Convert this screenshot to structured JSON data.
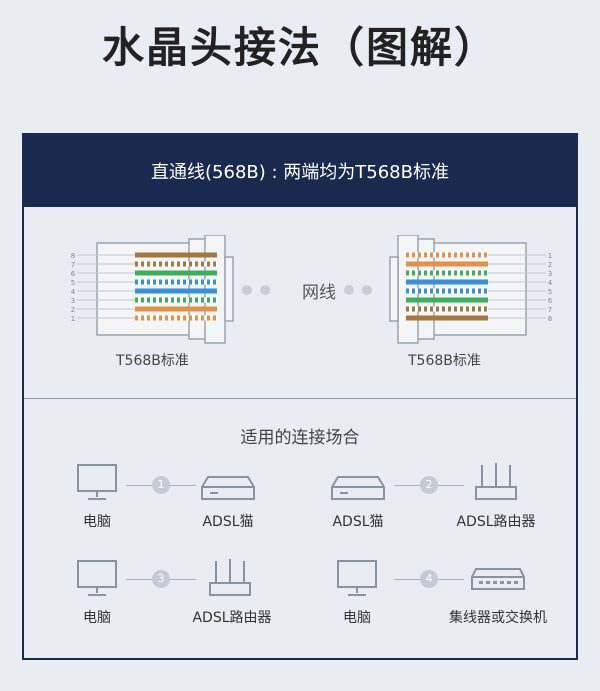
{
  "title": "水晶头接法（图解）",
  "header": {
    "text": "直通线(568B) : 两端均为T568B标准"
  },
  "plugs": {
    "left_label": "T568B标准",
    "right_label": "T568B标准",
    "cable_label": "网线",
    "pin_numbers_left": [
      "8",
      "7",
      "6",
      "5",
      "4",
      "3",
      "2",
      "1"
    ],
    "pin_numbers_right": [
      "1",
      "2",
      "3",
      "4",
      "5",
      "6",
      "7",
      "8"
    ]
  },
  "usage": {
    "title": "适用的连接场合",
    "connections": [
      {
        "num": "1",
        "from": "电脑",
        "to": "ADSL猫"
      },
      {
        "num": "2",
        "from": "ADSL猫",
        "to": "ADSL路由器"
      },
      {
        "num": "3",
        "from": "电脑",
        "to": "ADSL路由器"
      },
      {
        "num": "4",
        "from": "电脑",
        "to": "集线器或交换机"
      }
    ]
  },
  "colors": {
    "navy": "#1a2a4f",
    "orange": "#e2914a",
    "green": "#3fae5b",
    "blue": "#3a8fd6",
    "brown": "#a5773f"
  }
}
